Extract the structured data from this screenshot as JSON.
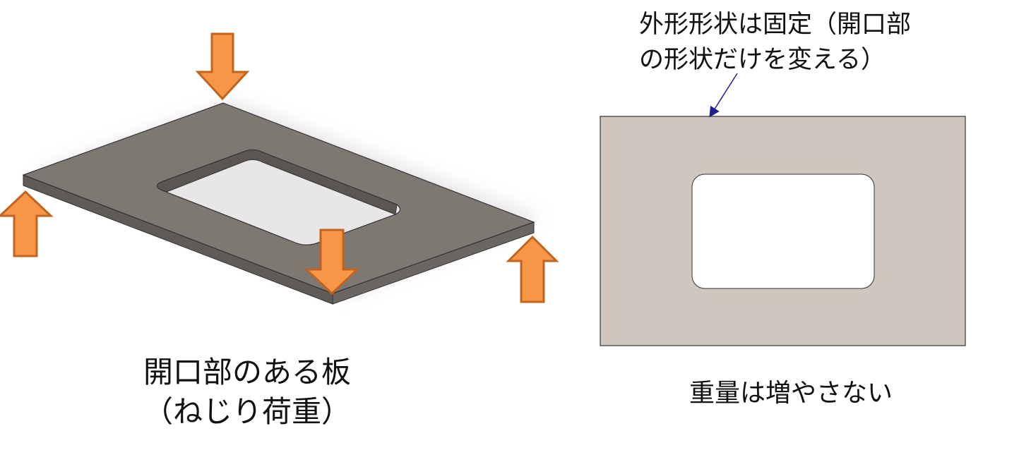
{
  "left_figure": {
    "caption_line1": "開口部のある板",
    "caption_line2": "（ねじり荷重）"
  },
  "right_figure": {
    "callout_line1": "外形形状は固定（開口部",
    "callout_line2": "の形状だけを変える）",
    "caption": "重量は増やさない"
  },
  "colors": {
    "plate_3d_top": "#7d7872",
    "plate_3d_edge": "#5f5b56",
    "plate_2d_fill": "#cfc6bd",
    "plate_outline": "#333333",
    "arrow_fill": "#f79646",
    "arrow_stroke": "#c0651f",
    "leader_line": "#1f1f8f"
  },
  "icons": {
    "load_arrow": "down-arrow / up-arrow",
    "leader_arrow": "arrowhead"
  }
}
